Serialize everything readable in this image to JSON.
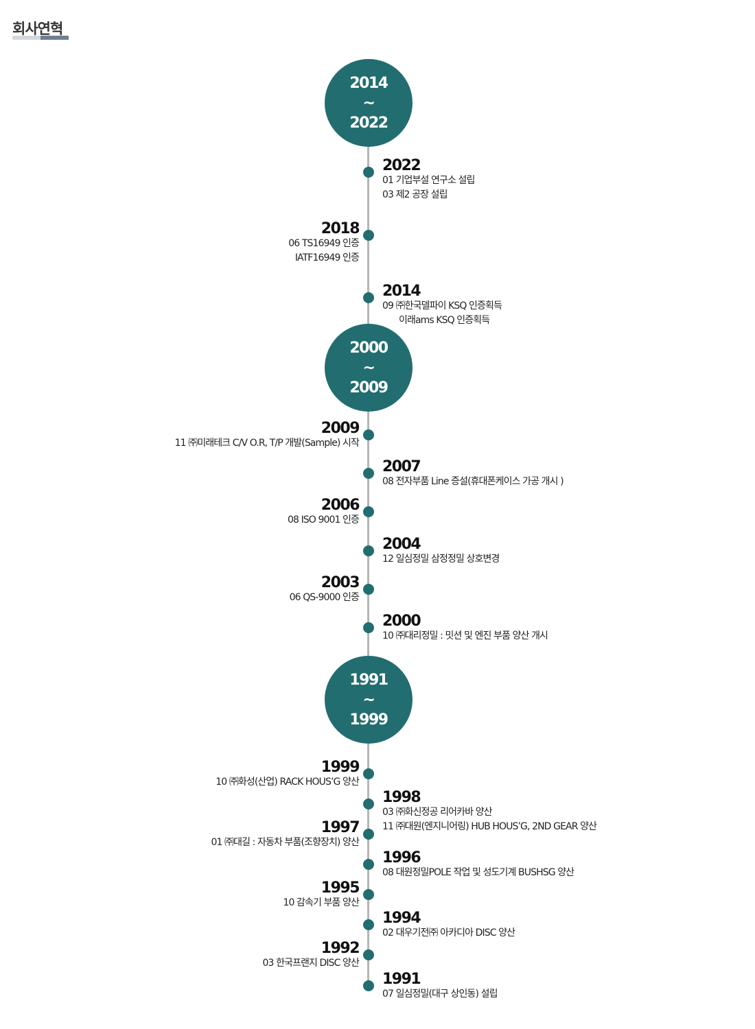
{
  "page": {
    "title": "회사연혁"
  },
  "eras": [
    {
      "start": "2014",
      "sep": "~",
      "end": "2022"
    },
    {
      "start": "2000",
      "sep": "~",
      "end": "2009"
    },
    {
      "start": "1991",
      "sep": "~",
      "end": "1999"
    }
  ],
  "entries": [
    {
      "year": "2022",
      "side": "right",
      "items": [
        "01 기업부설 연구소 설립",
        "03 제2 공장 설립"
      ]
    },
    {
      "year": "2018",
      "side": "left",
      "items": [
        "06 TS16949 인증",
        "IATF16949 인증"
      ]
    },
    {
      "year": "2014",
      "side": "right",
      "items": [
        "09 ㈜한국델파이 KSQ 인증획득",
        "이래ams KSQ 인증획득"
      ]
    },
    {
      "year": "2009",
      "side": "left",
      "items": [
        "11 ㈜미래테크 C/V O.R, T/P 개발(Sample) 시작"
      ]
    },
    {
      "year": "2007",
      "side": "right",
      "items": [
        "08 전자부품 Line 증설(휴대폰케이스 가공 개시 )"
      ]
    },
    {
      "year": "2006",
      "side": "left",
      "items": [
        "08 ISO 9001 인증"
      ]
    },
    {
      "year": "2004",
      "side": "right",
      "items": [
        "12 일심정밀 삼정정밀 상호변경"
      ]
    },
    {
      "year": "2003",
      "side": "left",
      "items": [
        "06 QS-9000 인증"
      ]
    },
    {
      "year": "2000",
      "side": "right",
      "items": [
        "10 ㈜대리정밀 : 밋션 및 엔진 부품 양산 개시"
      ]
    },
    {
      "year": "1999",
      "side": "left",
      "items": [
        "10 ㈜화성(산업) RACK HOUS’G 양산"
      ]
    },
    {
      "year": "1998",
      "side": "right",
      "items": [
        "03 ㈜화신정공 리어카바 양산",
        "11 ㈜대원(엔지니어링) HUB HOUS’G, 2ND GEAR 양산"
      ]
    },
    {
      "year": "1997",
      "side": "left",
      "items": [
        "01 ㈜대길 : 자동차 부품(조향장치) 양산"
      ]
    },
    {
      "year": "1996",
      "side": "right",
      "items": [
        "08 대원정밀POLE 작업 및 성도기계 BUSHSG 양산"
      ]
    },
    {
      "year": "1995",
      "side": "left",
      "items": [
        "10 감속기 부품 양산"
      ]
    },
    {
      "year": "1994",
      "side": "right",
      "items": [
        "02 대우기전㈜ 아카디아 DISC 양산"
      ]
    },
    {
      "year": "1992",
      "side": "left",
      "items": [
        "03 한국프랜지 DISC 양산"
      ]
    },
    {
      "year": "1991",
      "side": "right",
      "items": [
        "07 일심정밀(대구 상인동) 설립"
      ]
    }
  ],
  "colors": {
    "accent": "#226d70",
    "line": "#b5b5b5",
    "underline_light": "#d3d8de",
    "underline_dark": "#6f7f91"
  }
}
